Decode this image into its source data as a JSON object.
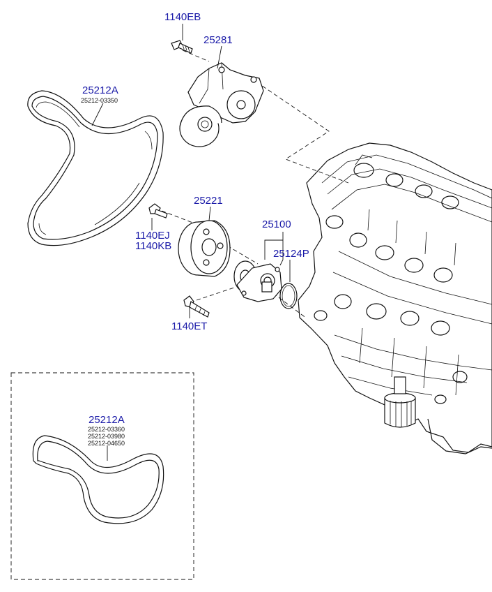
{
  "labels": {
    "bolt_top": "1140EB",
    "tensioner": "25281",
    "belt_main": "25212A",
    "belt_main_sub": "25212-03350",
    "pulley": "25221",
    "bolt_mid_a": "1140EJ",
    "bolt_mid_b": "1140KB",
    "water_pump": "25100",
    "gasket": "25124P",
    "bolt_low": "1140ET",
    "belt_alt": "25212A",
    "belt_alt_subs": [
      "25212-03360",
      "25212-03980",
      "25212-04650"
    ]
  },
  "colors": {
    "part_number": "#1a1aa8",
    "line": "#111111",
    "background": "#ffffff"
  }
}
